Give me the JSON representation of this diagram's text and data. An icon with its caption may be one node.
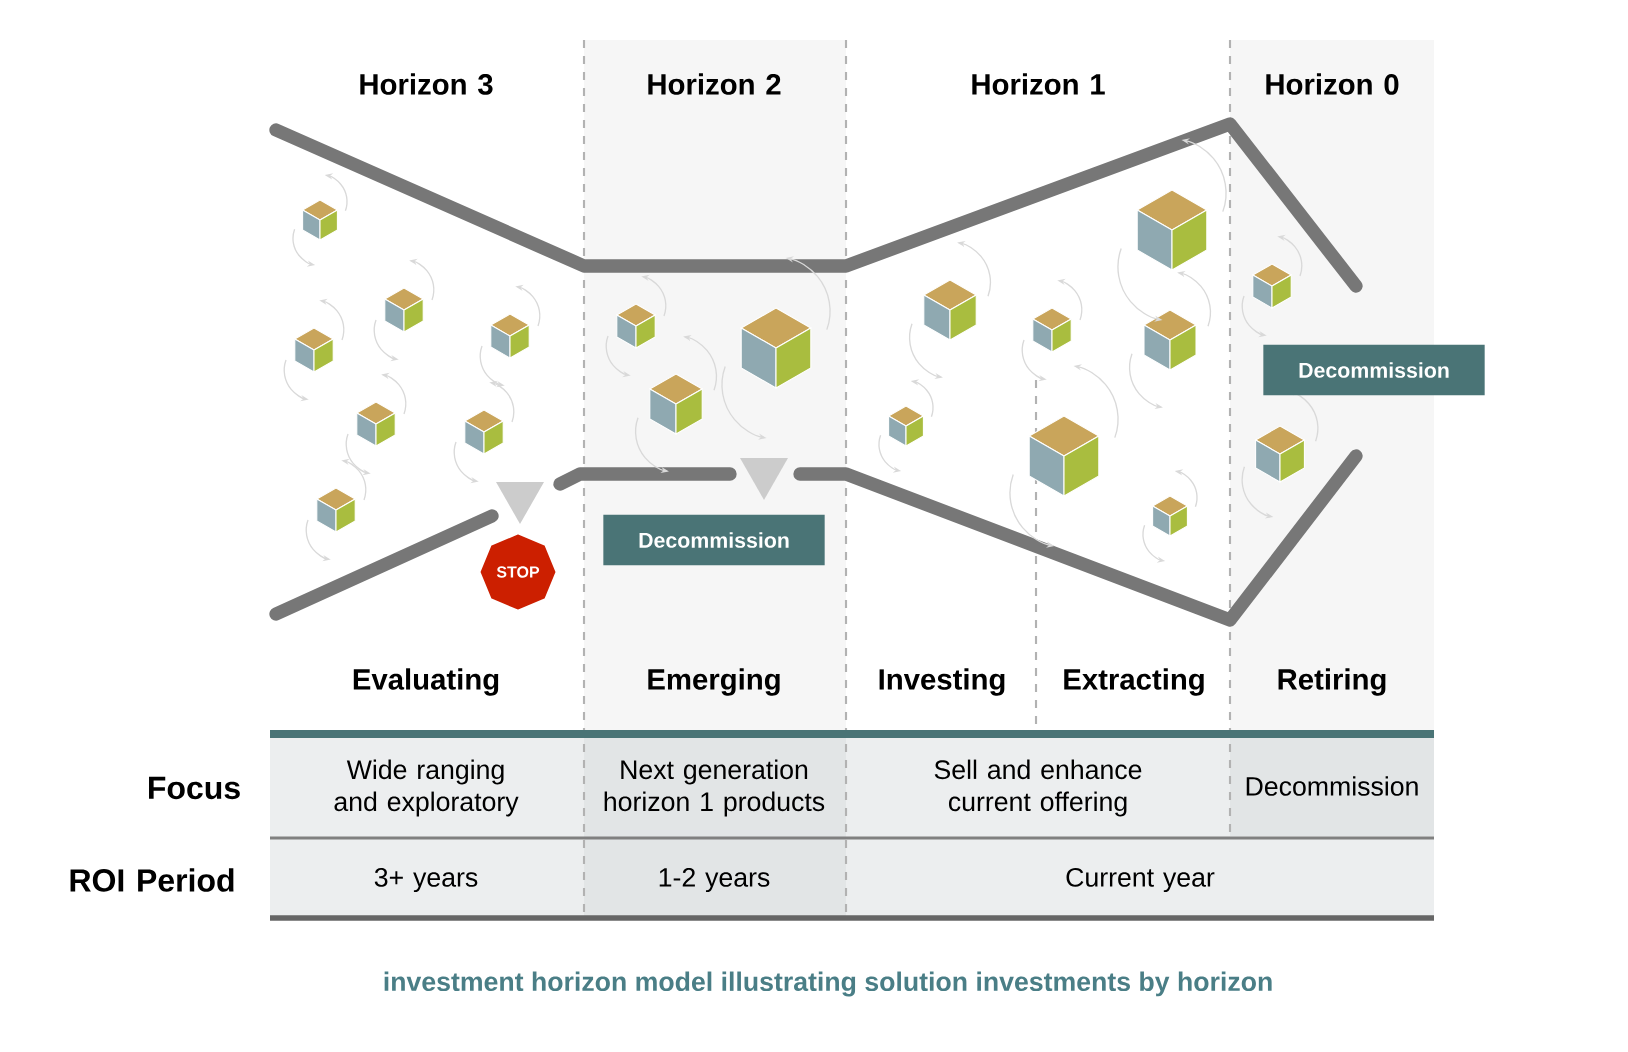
{
  "diagram": {
    "caption": "investment horizon model illustrating solution investments by horizon",
    "nodes": [
      {
        "text": [
          "Decommission"
        ]
      },
      {
        "text": [
          "Decommission"
        ]
      },
      {
        "text": [
          "STOP"
        ]
      }
    ],
    "edges": [],
    "labels": [
      "Horizon 3",
      "Horizon 2",
      "Horizon 1",
      "Horizon 0",
      "Evaluating",
      "Emerging",
      "Investing",
      "Extracting",
      "Retiring",
      "Focus",
      "Wide ranging and exploratory",
      "Next generation horizon 1 products",
      "Sell and enhance current offering",
      "Decommission",
      "ROI Period",
      "3+ years",
      "1-2 years",
      "Current year"
    ]
  }
}
